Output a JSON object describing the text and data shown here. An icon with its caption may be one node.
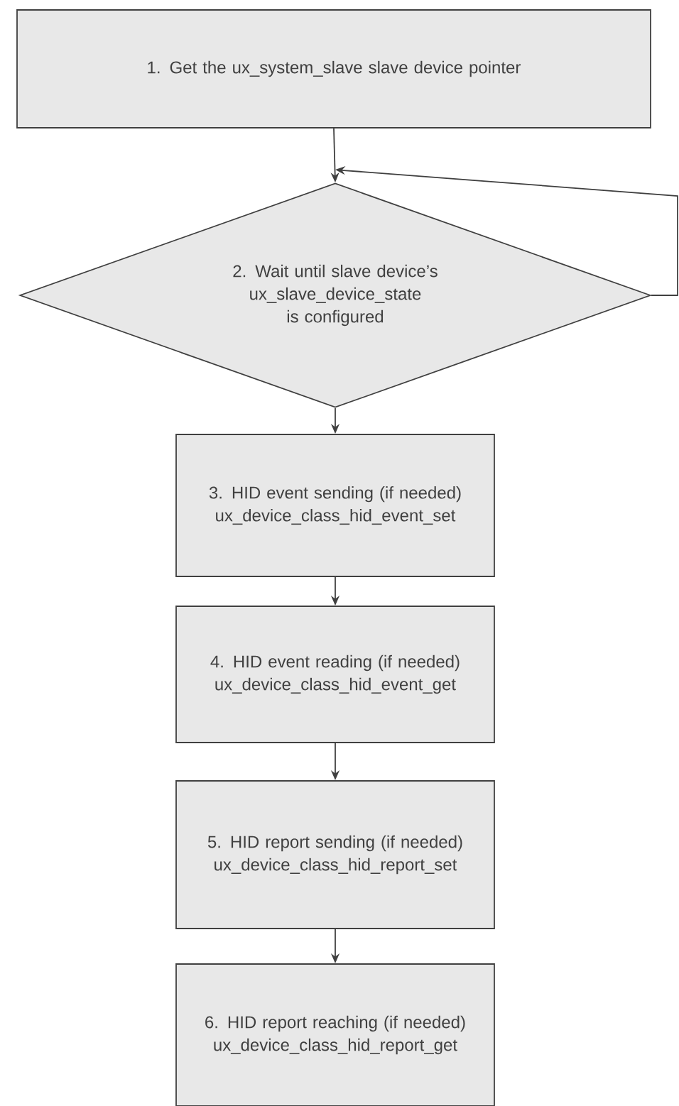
{
  "diagram": {
    "nodes": [
      {
        "text": [
          "1. Get the ux_system_slave slave device pointer"
        ]
      },
      {
        "text": [
          "2. Wait until slave device’s ux_slave_device_state is configured"
        ]
      },
      {
        "text": [
          "3. HID event sending (if needed) ux_device_class_hid_event_set"
        ]
      },
      {
        "text": [
          "4. HID event reading (if needed) ux_device_class_hid_event_get"
        ]
      },
      {
        "text": [
          "5. HID report sending (if needed) ux_device_class_hid_report_set"
        ]
      },
      {
        "text": [
          "6. HID report reaching (if needed) ux_device_class_hid_report_get"
        ]
      }
    ],
    "edges": [
      {
        "from": 0,
        "to": 1,
        "arrow": "to"
      },
      {
        "from": 1,
        "to": 1,
        "arrow": "to"
      },
      {
        "from": 1,
        "to": 2,
        "arrow": "to"
      },
      {
        "from": 2,
        "to": 3,
        "arrow": "to"
      },
      {
        "from": 3,
        "to": 4,
        "arrow": "to"
      },
      {
        "from": 4,
        "to": 5,
        "arrow": "to"
      }
    ]
  }
}
